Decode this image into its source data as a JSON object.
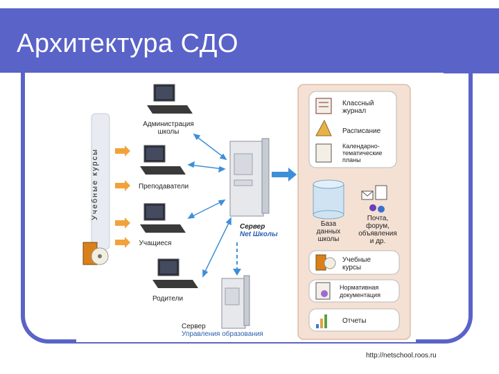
{
  "slide": {
    "title": "Архитектура СДО",
    "url": "http://netschool.roos.ru"
  },
  "diagram": {
    "left_bar_label": "Учебные курсы",
    "clients": [
      {
        "label_line1": "Администрация",
        "label_line2": "школы"
      },
      {
        "label_line1": "Преподаватели",
        "label_line2": ""
      },
      {
        "label_line1": "Учащиеся",
        "label_line2": ""
      },
      {
        "label_line1": "Родители",
        "label_line2": ""
      }
    ],
    "server": {
      "line1": "Сервер",
      "line2": "Net Школы"
    },
    "edu_server": {
      "line1": "Сервер",
      "line2": "Управления образования"
    },
    "modules_top": [
      {
        "line1": "Классный",
        "line2": "журнал",
        "line3": ""
      },
      {
        "line1": "Расписание",
        "line2": "",
        "line3": ""
      },
      {
        "line1": "Календарно-",
        "line2": "тематические",
        "line3": "планы"
      }
    ],
    "database": {
      "line1": "База",
      "line2": "данных",
      "line3": "школы"
    },
    "mail": {
      "line1": "Почта,",
      "line2": "форум,",
      "line3": "объявления",
      "line4": "и др."
    },
    "modules_bottom": [
      {
        "line1": "Учебные",
        "line2": "курсы"
      },
      {
        "line1": "Нормативная",
        "line2": "документация"
      },
      {
        "line1": "Отчеты",
        "line2": ""
      }
    ]
  }
}
